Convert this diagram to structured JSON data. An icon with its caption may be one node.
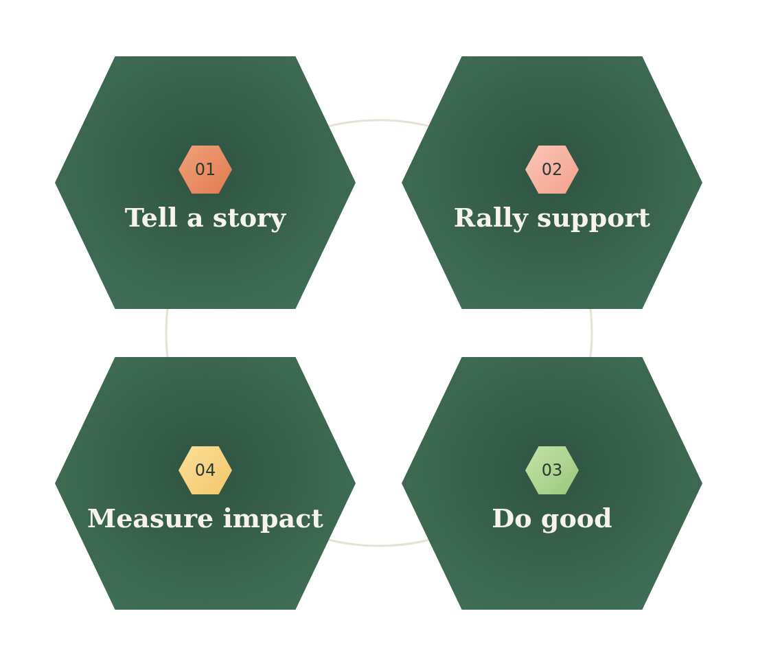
{
  "diagram": {
    "nodes": [
      {
        "text": [
          "Tell a story"
        ]
      },
      {
        "text": [
          "01"
        ],
        "in": 0
      },
      {
        "text": [
          "Rally support"
        ]
      },
      {
        "text": [
          "02"
        ],
        "in": 2
      },
      {
        "text": [
          "Measure impact"
        ]
      },
      {
        "text": [
          "04"
        ],
        "in": 4
      },
      {
        "text": [
          "Do good"
        ]
      },
      {
        "text": [
          "03"
        ],
        "in": 6
      }
    ]
  }
}
